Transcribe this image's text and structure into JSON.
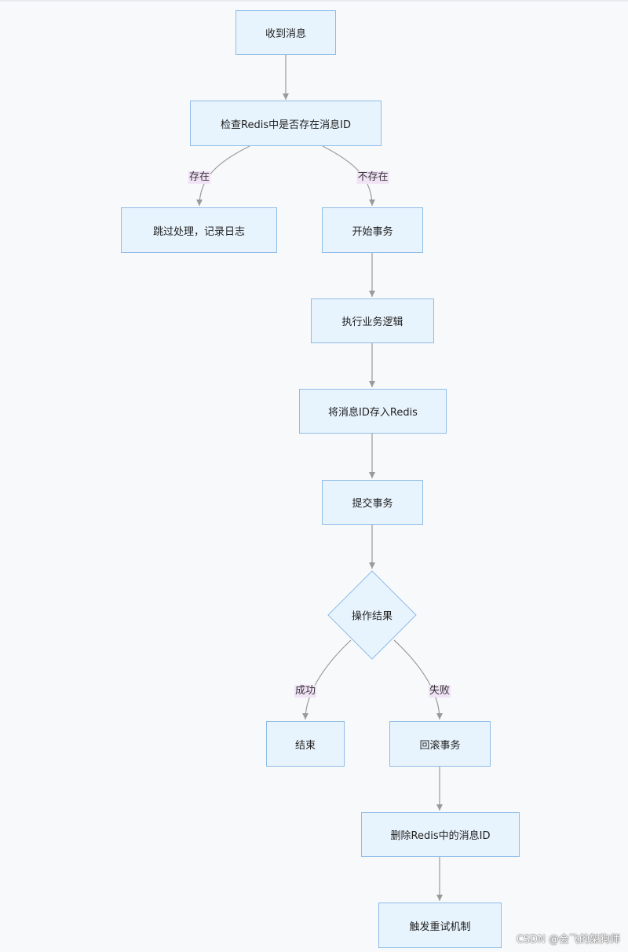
{
  "nodes": {
    "receive": "收到消息",
    "check": "检查Redis中是否存在消息ID",
    "skip": "跳过处理，记录日志",
    "begin_tx": "开始事务",
    "execute": "执行业务逻辑",
    "store_id": "将消息ID存入Redis",
    "commit": "提交事务",
    "result": "操作结果",
    "end": "结束",
    "rollback": "回滚事务",
    "delete_id": "删除Redis中的消息ID",
    "retry": "触发重试机制"
  },
  "edge_labels": {
    "exists": "存在",
    "not_exists": "不存在",
    "success": "成功",
    "failure": "失败"
  },
  "watermark": "CSDN @会飞的架狗师"
}
